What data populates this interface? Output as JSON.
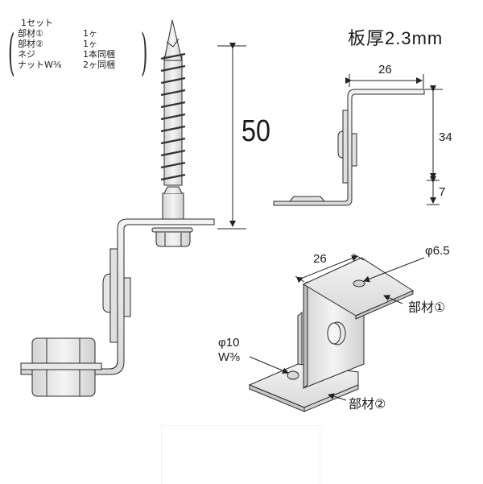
{
  "set_contents": {
    "title": "1セット",
    "items": [
      {
        "name": "部材①",
        "qty": "1ヶ"
      },
      {
        "name": "部材②",
        "qty": "1ヶ"
      },
      {
        "name": "ネジ",
        "qty": "1本同梱"
      },
      {
        "name": "ナットW⅜",
        "qty": "2ヶ同梱"
      }
    ]
  },
  "spec": {
    "plate_thickness": "板厚2.3mm"
  },
  "dimensions": {
    "screw_length": "50",
    "side_view_width": "26",
    "side_view_height": "34",
    "side_view_offset": "7",
    "iso_width": "26",
    "hole_small": "φ6.5",
    "hole_large": "φ10",
    "hole_large_thread": "W⅜"
  },
  "part_labels": {
    "part1": "部材①",
    "part2": "部材②"
  },
  "colors": {
    "line": "#2a2a2a",
    "metal_fill": "#e6e6e6",
    "metal_shade": "#cfcfcf",
    "background": "#ffffff"
  }
}
